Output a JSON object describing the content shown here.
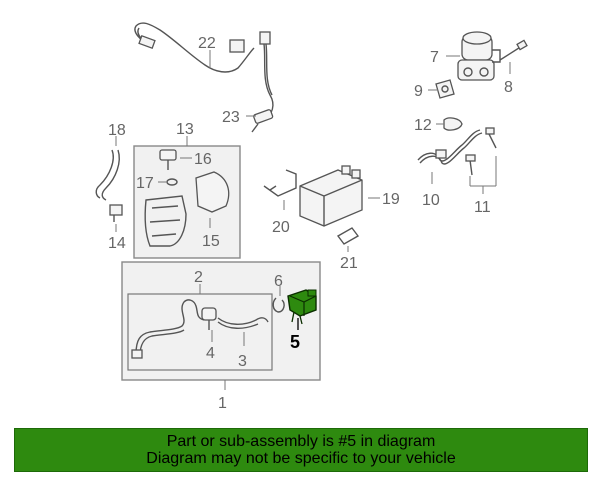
{
  "callouts": {
    "n1": "1",
    "n2": "2",
    "n3": "3",
    "n4": "4",
    "n5": "5",
    "n6": "6",
    "n7": "7",
    "n8": "8",
    "n9": "9",
    "n10": "10",
    "n11": "11",
    "n12": "12",
    "n13": "13",
    "n14": "14",
    "n15": "15",
    "n16": "16",
    "n17": "17",
    "n18": "18",
    "n19": "19",
    "n20": "20",
    "n21": "21",
    "n22": "22",
    "n23": "23"
  },
  "highlight": {
    "part": "5",
    "color": "#2e8a0f"
  },
  "banner": {
    "line1": "Part or sub-assembly is #5 in diagram",
    "line2": "Diagram may not be specific to your vehicle",
    "background": "#2e8a0f"
  }
}
